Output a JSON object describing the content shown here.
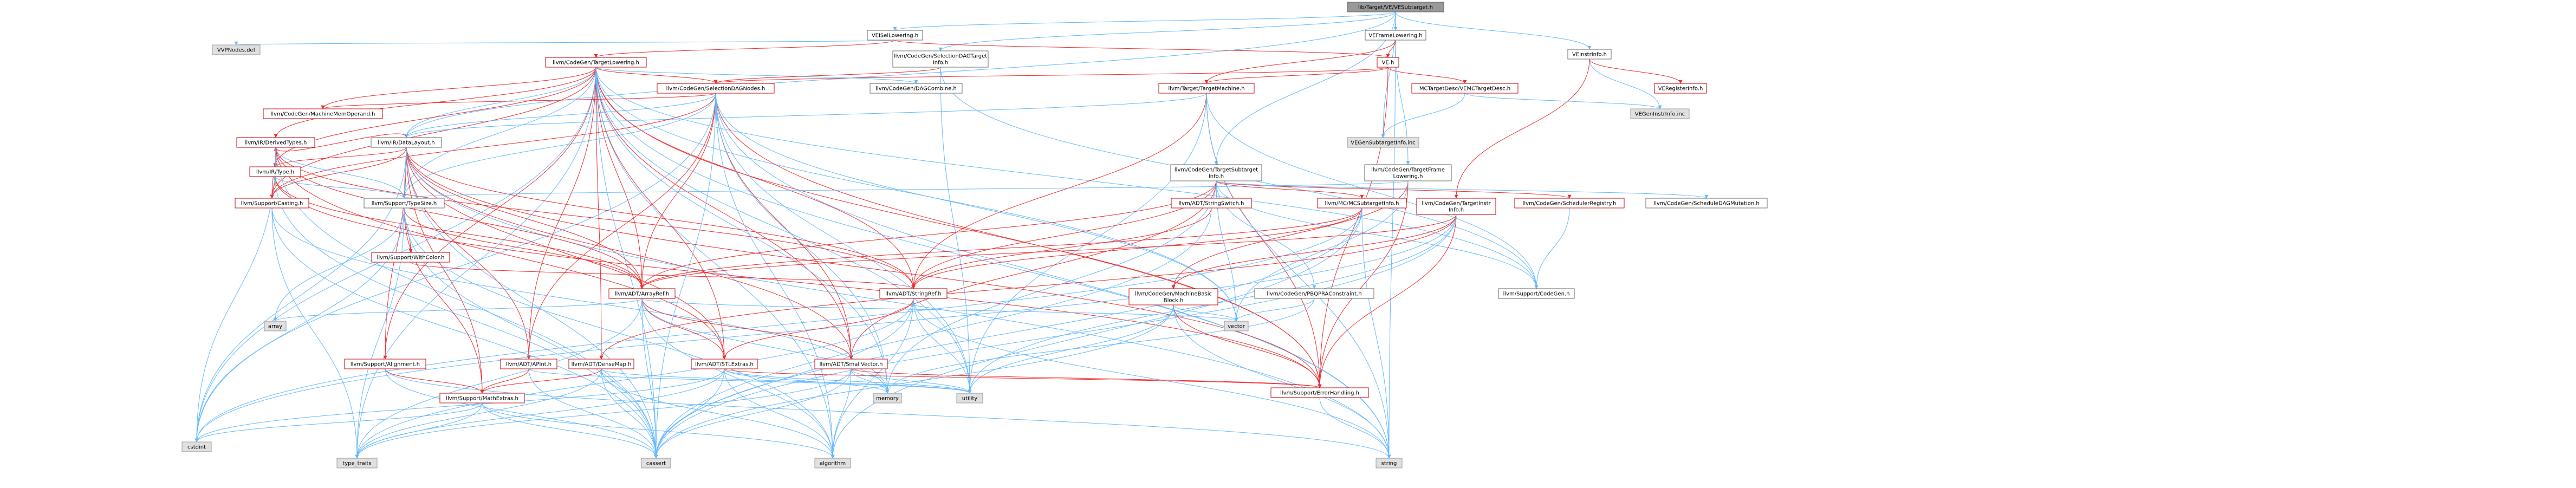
{
  "title": "lib/Target/VE/VESubtarget.h",
  "colors": {
    "background": "#ffffff",
    "root_fill": "#999999",
    "root_stroke": "#666666",
    "internal_fill": "#ffffff",
    "internal_stroke": "#666666",
    "red_stroke": "#bf0000",
    "system_fill": "#e0e0e0",
    "system_stroke": "#999999",
    "edge_blue": "#63b8ff",
    "edge_red": "#ee2c2c"
  },
  "nodes": [
    {
      "id": "root",
      "label": "lib/Target/VE/VESubtarget.h",
      "kind": "root"
    },
    {
      "id": "VEISelLowering",
      "label": "VEISelLowering.h",
      "kind": "internal"
    },
    {
      "id": "VEFrameLowering",
      "label": "VEFrameLowering.h",
      "kind": "internal"
    },
    {
      "id": "VEInstrInfo",
      "label": "VEInstrInfo.h",
      "kind": "internal"
    },
    {
      "id": "VE_h",
      "label": "VE.h",
      "kind": "red"
    },
    {
      "id": "VVPNodes",
      "label": "VVPNodes.def",
      "kind": "system"
    },
    {
      "id": "TargetLowering",
      "label": "llvm/CodeGen/TargetLowering.h",
      "kind": "red"
    },
    {
      "id": "SelectionDAGTargetInfo",
      "label": "llvm/CodeGen/SelectionDAGTarget\nInfo.h",
      "kind": "internal"
    },
    {
      "id": "MCTargetDesc",
      "label": "MCTargetDesc/VEMCTargetDesc.h",
      "kind": "red"
    },
    {
      "id": "TargetMachine",
      "label": "llvm/Target/TargetMachine.h",
      "kind": "red"
    },
    {
      "id": "SelectionDAGNodes",
      "label": "llvm/CodeGen/SelectionDAGNodes.h",
      "kind": "red"
    },
    {
      "id": "DAGCombine",
      "label": "llvm/CodeGen/DAGCombine.h",
      "kind": "internal"
    },
    {
      "id": "MachineMemOperand",
      "label": "llvm/CodeGen/MachineMemOperand.h",
      "kind": "red"
    },
    {
      "id": "DataLayout",
      "label": "llvm/IR/DataLayout.h",
      "kind": "internal"
    },
    {
      "id": "VEGenSubtargetInfo",
      "label": "VEGenSubtargetInfo.inc",
      "kind": "system"
    },
    {
      "id": "VEGenInstrInfo",
      "label": "VEGenInstrInfo.inc",
      "kind": "system"
    },
    {
      "id": "VERegisterInfo",
      "label": "VERegisterInfo.h",
      "kind": "red"
    },
    {
      "id": "DerivedTypes",
      "label": "llvm/IR/DerivedTypes.h",
      "kind": "red"
    },
    {
      "id": "Type",
      "label": "llvm/IR/Type.h",
      "kind": "red"
    },
    {
      "id": "Casting",
      "label": "llvm/Support/Casting.h",
      "kind": "red"
    },
    {
      "id": "TypeSize",
      "label": "llvm/Support/TypeSize.h",
      "kind": "internal"
    },
    {
      "id": "TargetSubtargetInfo",
      "label": "llvm/CodeGen/TargetSubtarget\nInfo.h",
      "kind": "internal"
    },
    {
      "id": "TargetFrameLowering",
      "label": "llvm/CodeGen/TargetFrame\nLowering.h",
      "kind": "internal"
    },
    {
      "id": "StringSwitch",
      "label": "llvm/ADT/StringSwitch.h",
      "kind": "red"
    },
    {
      "id": "MCSubtargetInfo",
      "label": "llvm/MC/MCSubtargetInfo.h",
      "kind": "red"
    },
    {
      "id": "TargetInstrInfo",
      "label": "llvm/CodeGen/TargetInstr\nInfo.h",
      "kind": "red"
    },
    {
      "id": "SchedulerRegistry",
      "label": "llvm/CodeGen/SchedulerRegistry.h",
      "kind": "red"
    },
    {
      "id": "ScheduleDAGMutation",
      "label": "llvm/CodeGen/ScheduleDAGMutation.h",
      "kind": "internal"
    },
    {
      "id": "WithColor",
      "label": "llvm/Support/WithColor.h",
      "kind": "red"
    },
    {
      "id": "ArrayRef",
      "label": "llvm/ADT/ArrayRef.h",
      "kind": "red"
    },
    {
      "id": "StringRef",
      "label": "llvm/ADT/StringRef.h",
      "kind": "red"
    },
    {
      "id": "MachineBasicBlock",
      "label": "llvm/CodeGen/MachineBasic\nBlock.h",
      "kind": "red"
    },
    {
      "id": "PBQPRAConstraint",
      "label": "llvm/CodeGen/PBQPRAConstraint.h",
      "kind": "internal"
    },
    {
      "id": "SupportCodeGen",
      "label": "llvm/Support/CodeGen.h",
      "kind": "internal"
    },
    {
      "id": "array",
      "label": "array",
      "kind": "system"
    },
    {
      "id": "Alignment",
      "label": "llvm/Support/Alignment.h",
      "kind": "red"
    },
    {
      "id": "APInt",
      "label": "llvm/ADT/APInt.h",
      "kind": "red"
    },
    {
      "id": "DenseMap",
      "label": "llvm/ADT/DenseMap.h",
      "kind": "red"
    },
    {
      "id": "STLExtras",
      "label": "llvm/ADT/STLExtras.h",
      "kind": "red"
    },
    {
      "id": "SmallVector",
      "label": "llvm/ADT/SmallVector.h",
      "kind": "red"
    },
    {
      "id": "vector",
      "label": "vector",
      "kind": "system"
    },
    {
      "id": "MathExtras",
      "label": "llvm/Support/MathExtras.h",
      "kind": "red"
    },
    {
      "id": "memory",
      "label": "memory",
      "kind": "system"
    },
    {
      "id": "utility",
      "label": "utility",
      "kind": "system"
    },
    {
      "id": "ErrorHandling",
      "label": "llvm/Support/ErrorHandling.h",
      "kind": "red"
    },
    {
      "id": "cstdint",
      "label": "cstdint",
      "kind": "system"
    },
    {
      "id": "type_traits",
      "label": "type_traits",
      "kind": "system"
    },
    {
      "id": "cassert",
      "label": "cassert",
      "kind": "system"
    },
    {
      "id": "algorithm",
      "label": "algorithm",
      "kind": "system"
    },
    {
      "id": "string",
      "label": "string",
      "kind": "system"
    }
  ],
  "edges": [
    [
      "root",
      "VEISelLowering"
    ],
    [
      "root",
      "VEFrameLowering"
    ],
    [
      "root",
      "VEInstrInfo"
    ],
    [
      "root",
      "SelectionDAGTargetInfo"
    ],
    [
      "root",
      "TargetSubtargetInfo"
    ],
    [
      "root",
      "DataLayout"
    ],
    [
      "root",
      "VEGenSubtargetInfo"
    ],
    [
      "root",
      "string"
    ],
    [
      "VEISelLowering",
      "VE_h"
    ],
    [
      "VEISelLowering",
      "VVPNodes"
    ],
    [
      "VEISelLowering",
      "TargetLowering"
    ],
    [
      "VEFrameLowering",
      "VE_h"
    ],
    [
      "VEFrameLowering",
      "TargetFrameLowering"
    ],
    [
      "VEFrameLowering",
      "TargetMachine"
    ],
    [
      "VEInstrInfo",
      "VERegisterInfo"
    ],
    [
      "VEInstrInfo",
      "VEGenInstrInfo"
    ],
    [
      "VEInstrInfo",
      "TargetInstrInfo"
    ],
    [
      "VE_h",
      "MCTargetDesc"
    ],
    [
      "VE_h",
      "TargetMachine"
    ],
    [
      "VE_h",
      "SelectionDAGNodes"
    ],
    [
      "VE_h",
      "ErrorHandling"
    ],
    [
      "MCTargetDesc",
      "VEGenInstrInfo"
    ],
    [
      "MCTargetDesc",
      "VEGenSubtargetInfo"
    ],
    [
      "TargetLowering",
      "SelectionDAGNodes"
    ],
    [
      "TargetLowering",
      "DAGCombine"
    ],
    [
      "TargetLowering",
      "MachineMemOperand"
    ],
    [
      "TargetLowering",
      "DataLayout"
    ],
    [
      "TargetLowering",
      "DerivedTypes"
    ],
    [
      "TargetLowering",
      "Type"
    ],
    [
      "TargetLowering",
      "Casting"
    ],
    [
      "TargetLowering",
      "TypeSize"
    ],
    [
      "TargetLowering",
      "ArrayRef"
    ],
    [
      "TargetLowering",
      "StringRef"
    ],
    [
      "TargetLowering",
      "SmallVector"
    ],
    [
      "TargetLowering",
      "STLExtras"
    ],
    [
      "TargetLowering",
      "DenseMap"
    ],
    [
      "TargetLowering",
      "APInt"
    ],
    [
      "TargetLowering",
      "Alignment"
    ],
    [
      "TargetLowering",
      "SupportCodeGen"
    ],
    [
      "TargetLowering",
      "ErrorHandling"
    ],
    [
      "TargetLowering",
      "cstdint"
    ],
    [
      "TargetLowering",
      "memory"
    ],
    [
      "TargetLowering",
      "utility"
    ],
    [
      "TargetLowering",
      "vector"
    ],
    [
      "TargetLowering",
      "algorithm"
    ],
    [
      "TargetLowering",
      "cassert"
    ],
    [
      "TargetLowering",
      "string"
    ],
    [
      "TargetLowering",
      "type_traits"
    ],
    [
      "SelectionDAGTargetInfo",
      "SelectionDAGNodes"
    ],
    [
      "SelectionDAGTargetInfo",
      "SupportCodeGen"
    ],
    [
      "SelectionDAGTargetInfo",
      "utility"
    ],
    [
      "TargetMachine",
      "DataLayout"
    ],
    [
      "TargetMachine",
      "StringRef"
    ],
    [
      "TargetMachine",
      "ErrorHandling"
    ],
    [
      "TargetMachine",
      "SupportCodeGen"
    ],
    [
      "TargetMachine",
      "string"
    ],
    [
      "TargetMachine",
      "utility"
    ],
    [
      "SelectionDAGNodes",
      "MachineMemOperand"
    ],
    [
      "SelectionDAGNodes",
      "DataLayout"
    ],
    [
      "SelectionDAGNodes",
      "ArrayRef"
    ],
    [
      "SelectionDAGNodes",
      "SmallVector"
    ],
    [
      "SelectionDAGNodes",
      "APInt"
    ],
    [
      "SelectionDAGNodes",
      "Casting"
    ],
    [
      "SelectionDAGNodes",
      "TypeSize"
    ],
    [
      "SelectionDAGNodes",
      "ErrorHandling"
    ],
    [
      "SelectionDAGNodes",
      "cassert"
    ],
    [
      "SelectionDAGNodes",
      "cstdint"
    ],
    [
      "SelectionDAGNodes",
      "algorithm"
    ],
    [
      "SelectionDAGNodes",
      "string"
    ],
    [
      "SelectionDAGNodes",
      "vector"
    ],
    [
      "SelectionDAGNodes",
      "utility"
    ],
    [
      "SelectionDAGNodes",
      "memory"
    ],
    [
      "DataLayout",
      "DerivedTypes"
    ],
    [
      "DataLayout",
      "Type"
    ],
    [
      "DataLayout",
      "ArrayRef"
    ],
    [
      "DataLayout",
      "StringRef"
    ],
    [
      "DataLayout",
      "SmallVector"
    ],
    [
      "DataLayout",
      "STLExtras"
    ],
    [
      "DataLayout",
      "APInt"
    ],
    [
      "DataLayout",
      "Alignment"
    ],
    [
      "DataLayout",
      "Casting"
    ],
    [
      "DataLayout",
      "TypeSize"
    ],
    [
      "DataLayout",
      "MathExtras"
    ],
    [
      "DataLayout",
      "ErrorHandling"
    ],
    [
      "DataLayout",
      "cassert"
    ],
    [
      "DataLayout",
      "cstdint"
    ],
    [
      "DataLayout",
      "string"
    ],
    [
      "DerivedTypes",
      "Type"
    ],
    [
      "DerivedTypes",
      "ArrayRef"
    ],
    [
      "DerivedTypes",
      "STLExtras"
    ],
    [
      "DerivedTypes",
      "StringRef"
    ],
    [
      "DerivedTypes",
      "Casting"
    ],
    [
      "DerivedTypes",
      "TypeSize"
    ],
    [
      "DerivedTypes",
      "cassert"
    ],
    [
      "DerivedTypes",
      "cstdint"
    ],
    [
      "Type",
      "ArrayRef"
    ],
    [
      "Type",
      "Casting"
    ],
    [
      "Type",
      "TypeSize"
    ],
    [
      "Type",
      "ErrorHandling"
    ],
    [
      "Type",
      "cassert"
    ],
    [
      "Casting",
      "type_traits"
    ],
    [
      "Casting",
      "cassert"
    ],
    [
      "Casting",
      "memory"
    ],
    [
      "TypeSize",
      "WithColor"
    ],
    [
      "TypeSize",
      "MathExtras"
    ],
    [
      "TypeSize",
      "ArrayRef"
    ],
    [
      "TypeSize",
      "algorithm"
    ],
    [
      "TypeSize",
      "array"
    ],
    [
      "TypeSize",
      "cassert"
    ],
    [
      "TypeSize",
      "cstdint"
    ],
    [
      "TypeSize",
      "type_traits"
    ],
    [
      "TargetSubtargetInfo",
      "ArrayRef"
    ],
    [
      "TargetSubtargetInfo",
      "SmallVector"
    ],
    [
      "TargetSubtargetInfo",
      "StringRef"
    ],
    [
      "TargetSubtargetInfo",
      "PBQPRAConstraint"
    ],
    [
      "TargetSubtargetInfo",
      "SchedulerRegistry"
    ],
    [
      "TargetSubtargetInfo",
      "MCSubtargetInfo"
    ],
    [
      "TargetSubtargetInfo",
      "SupportCodeGen"
    ],
    [
      "TargetSubtargetInfo",
      "ScheduleDAGMutation"
    ],
    [
      "TargetSubtargetInfo",
      "memory"
    ],
    [
      "TargetSubtargetInfo",
      "vector"
    ],
    [
      "TargetFrameLowering",
      "MachineBasicBlock"
    ],
    [
      "TargetFrameLowering",
      "TypeSize"
    ],
    [
      "TargetFrameLowering",
      "ErrorHandling"
    ],
    [
      "TargetFrameLowering",
      "vector"
    ],
    [
      "StringSwitch",
      "StringRef"
    ],
    [
      "StringSwitch",
      "cassert"
    ],
    [
      "MCSubtargetInfo",
      "ArrayRef"
    ],
    [
      "MCSubtargetInfo",
      "StringRef"
    ],
    [
      "MCSubtargetInfo",
      "cassert"
    ],
    [
      "MCSubtargetInfo",
      "cstdint"
    ],
    [
      "MCSubtargetInfo",
      "string"
    ],
    [
      "MCSubtargetInfo",
      "algorithm"
    ],
    [
      "TargetInstrInfo",
      "ArrayRef"
    ],
    [
      "TargetInstrInfo",
      "DenseMap"
    ],
    [
      "TargetInstrInfo",
      "MachineBasicBlock"
    ],
    [
      "TargetInstrInfo",
      "ErrorHandling"
    ],
    [
      "TargetInstrInfo",
      "cassert"
    ],
    [
      "TargetInstrInfo",
      "cstdint"
    ],
    [
      "TargetInstrInfo",
      "utility"
    ],
    [
      "SchedulerRegistry",
      "SupportCodeGen"
    ],
    [
      "WithColor",
      "StringRef"
    ],
    [
      "ArrayRef",
      "SmallVector"
    ],
    [
      "ArrayRef",
      "STLExtras"
    ],
    [
      "ArrayRef",
      "cassert"
    ],
    [
      "ArrayRef",
      "array"
    ],
    [
      "ArrayRef",
      "type_traits"
    ],
    [
      "ArrayRef",
      "vector"
    ],
    [
      "ArrayRef",
      "memory"
    ],
    [
      "ArrayRef",
      "algorithm"
    ],
    [
      "StringRef",
      "STLExtras"
    ],
    [
      "StringRef",
      "cassert"
    ],
    [
      "StringRef",
      "string"
    ],
    [
      "StringRef",
      "utility"
    ],
    [
      "StringRef",
      "type_traits"
    ],
    [
      "StringRef",
      "algorithm"
    ],
    [
      "MachineBasicBlock",
      "ErrorHandling"
    ],
    [
      "MachineBasicBlock",
      "cassert"
    ],
    [
      "MachineBasicBlock",
      "string"
    ],
    [
      "MachineBasicBlock",
      "vector"
    ],
    [
      "MachineBasicBlock",
      "utility"
    ],
    [
      "PBQPRAConstraint",
      "memory"
    ],
    [
      "PBQPRAConstraint",
      "vector"
    ],
    [
      "Alignment",
      "MathExtras"
    ],
    [
      "Alignment",
      "cassert"
    ],
    [
      "Alignment",
      "string"
    ],
    [
      "APInt",
      "MathExtras"
    ],
    [
      "APInt",
      "cassert"
    ],
    [
      "APInt",
      "utility"
    ],
    [
      "DenseMap",
      "MathExtras"
    ],
    [
      "DenseMap",
      "cassert"
    ],
    [
      "DenseMap",
      "utility"
    ],
    [
      "DenseMap",
      "type_traits"
    ],
    [
      "DenseMap",
      "algorithm"
    ],
    [
      "STLExtras",
      "ErrorHandling"
    ],
    [
      "STLExtras",
      "cassert"
    ],
    [
      "STLExtras",
      "cstdint"
    ],
    [
      "STLExtras",
      "utility"
    ],
    [
      "STLExtras",
      "memory"
    ],
    [
      "STLExtras",
      "type_traits"
    ],
    [
      "STLExtras",
      "algorithm"
    ],
    [
      "SmallVector",
      "ErrorHandling"
    ],
    [
      "SmallVector",
      "cassert"
    ],
    [
      "SmallVector",
      "memory"
    ],
    [
      "SmallVector",
      "utility"
    ],
    [
      "SmallVector",
      "type_traits"
    ],
    [
      "SmallVector",
      "algorithm"
    ],
    [
      "MathExtras",
      "cassert"
    ],
    [
      "MathExtras",
      "cstdint"
    ],
    [
      "MathExtras",
      "type_traits"
    ],
    [
      "MathExtras",
      "algorithm"
    ],
    [
      "ErrorHandling",
      "string"
    ]
  ]
}
